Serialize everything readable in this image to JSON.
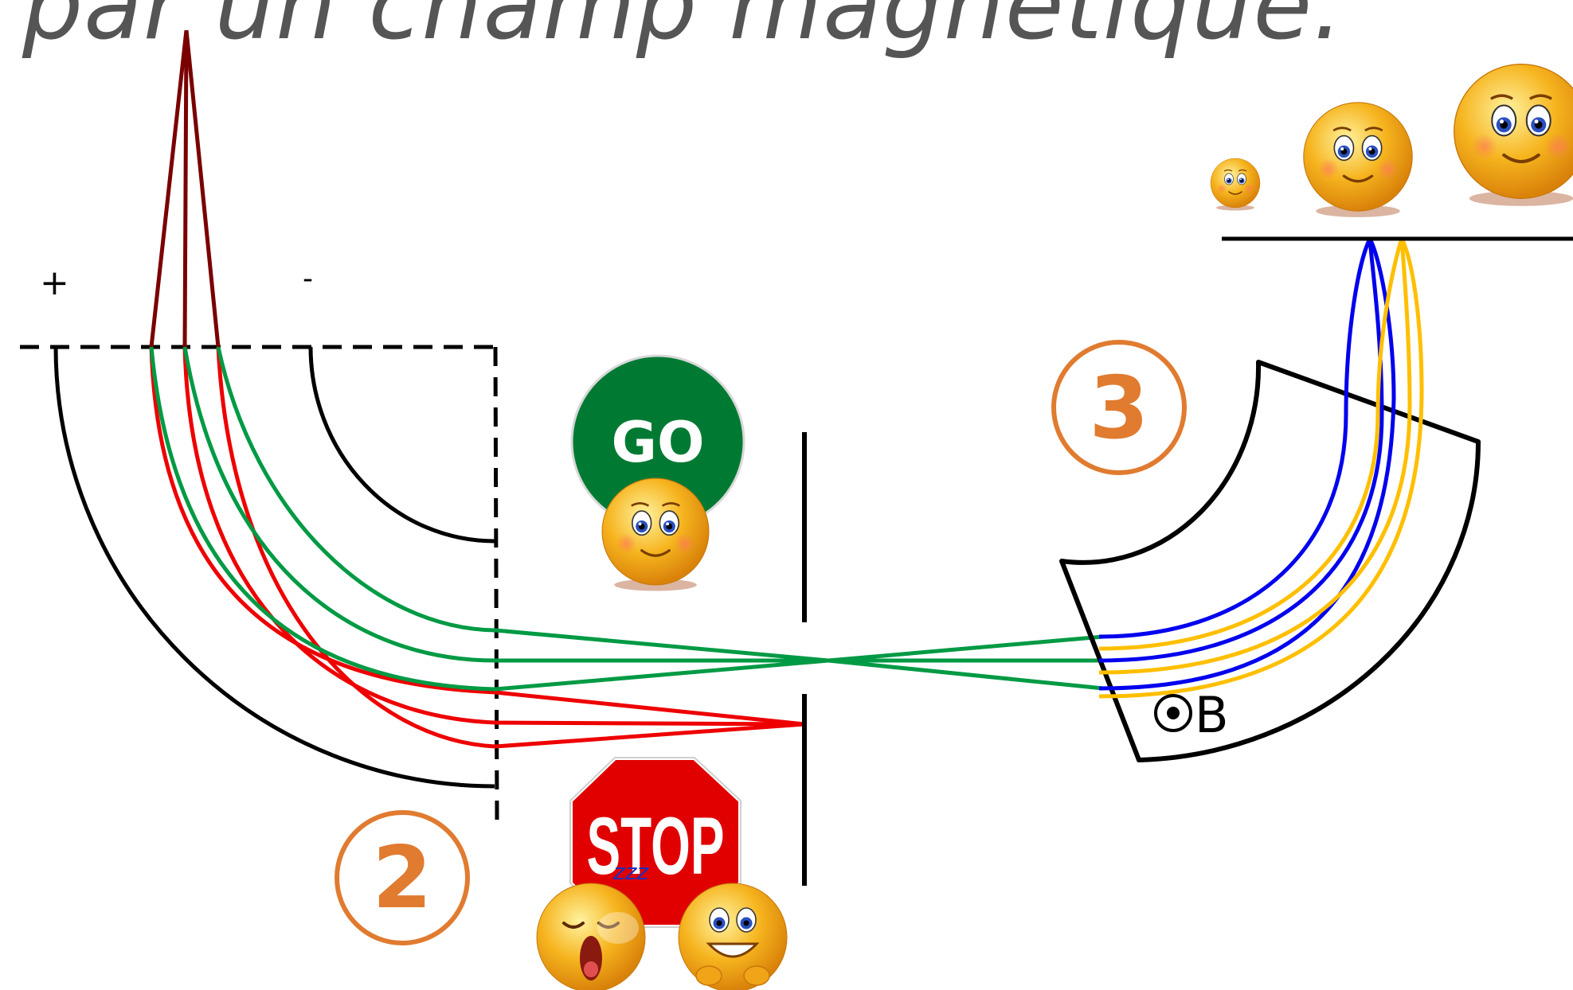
{
  "title": "par un champ magnétique.",
  "labels": {
    "plus": "+",
    "minus": "-",
    "go": "GO",
    "stop": "STOP",
    "zzz": "zzz",
    "field": "B",
    "step2": "2",
    "step3": "3"
  },
  "colors": {
    "heavy_ion": "#7a0000",
    "red_ion": "#ee0000",
    "green_ion": "#009a44",
    "blue_ion": "#0000ee",
    "yellow_ion": "#ffbf00",
    "step_circle": "#e07b30",
    "go_sign": "#007a33",
    "stop_sign": "#e00000",
    "emoji": "#f6b41e"
  }
}
